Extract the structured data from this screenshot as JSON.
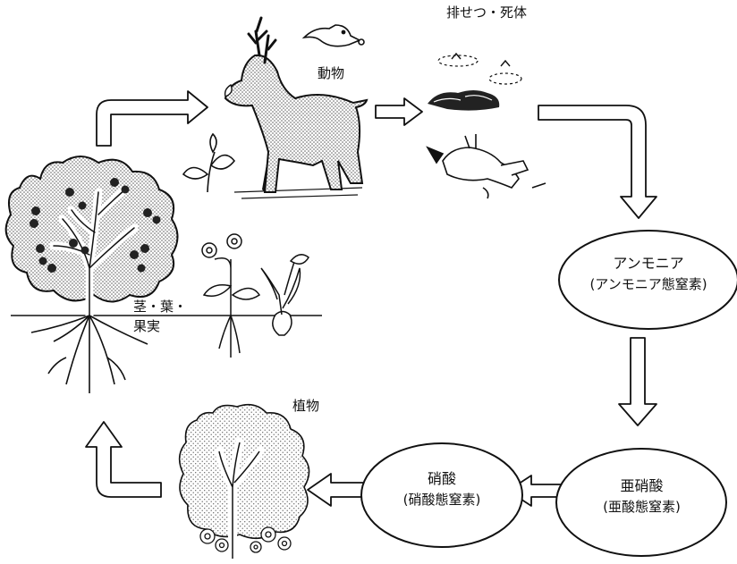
{
  "labels": {
    "animal": "動物",
    "excreta": "排せつ・死体",
    "plant": "植物",
    "parts_line1": "茎・葉・",
    "parts_line2": "果実"
  },
  "nodes": {
    "ammonia": {
      "title": "アンモニア",
      "sub": "(アンモニア態窒素)"
    },
    "nitrite": {
      "title": "亜硝酸",
      "sub": "(亜酸態窒素)"
    },
    "nitrate": {
      "title": "硝酸",
      "sub": "(硝酸態窒素)"
    }
  },
  "colors": {
    "line": "#111111",
    "stipple": "#666666",
    "fill": "#ffffff"
  }
}
